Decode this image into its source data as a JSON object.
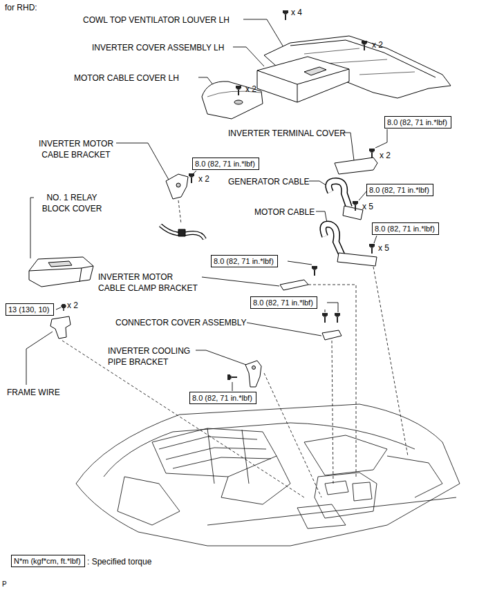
{
  "diagram": {
    "nodes": [
      {
        "text": [
          "8.0 (82, 71 in.*lbf)"
        ]
      },
      {
        "text": [
          "8.0 (82, 71 in.*lbf)"
        ]
      },
      {
        "text": [
          "8.0 (82, 71 in.*lbf)"
        ]
      },
      {
        "text": [
          "8.0 (82, 71 in.*lbf)"
        ]
      },
      {
        "text": [
          "8.0 (82, 71 in.*lbf)"
        ]
      },
      {
        "text": [
          "8.0 (82, 71 in.*lbf)"
        ]
      },
      {
        "text": [
          "13 (130, 10)"
        ]
      },
      {
        "text": [
          "8.0 (82, 71 in.*lbf)"
        ]
      },
      {
        "text": [
          "N*m (kgf*cm, ft.*lbf)",
          ": Specified torque"
        ]
      }
    ],
    "labels": [
      "for RHD:",
      "COWL TOP VENTILATOR LOUVER LH",
      "x 4",
      "x 2",
      "INVERTER COVER ASSEMBLY LH",
      "MOTOR CABLE COVER LH",
      "x 2",
      "INVERTER TERMINAL COVER",
      "x 2",
      "INVERTER MOTOR CABLE BRACKET",
      "x 2",
      "NO. 1 RELAY BLOCK COVER",
      "GENERATOR CABLE",
      "x 5",
      "MOTOR CABLE",
      "x 5",
      "INVERTER MOTOR CABLE CLAMP BRACKET",
      "x 2",
      "CONNECTOR COVER ASSEMBLY",
      "INVERTER COOLING PIPE BRACKET",
      "FRAME WIRE",
      "P"
    ]
  }
}
